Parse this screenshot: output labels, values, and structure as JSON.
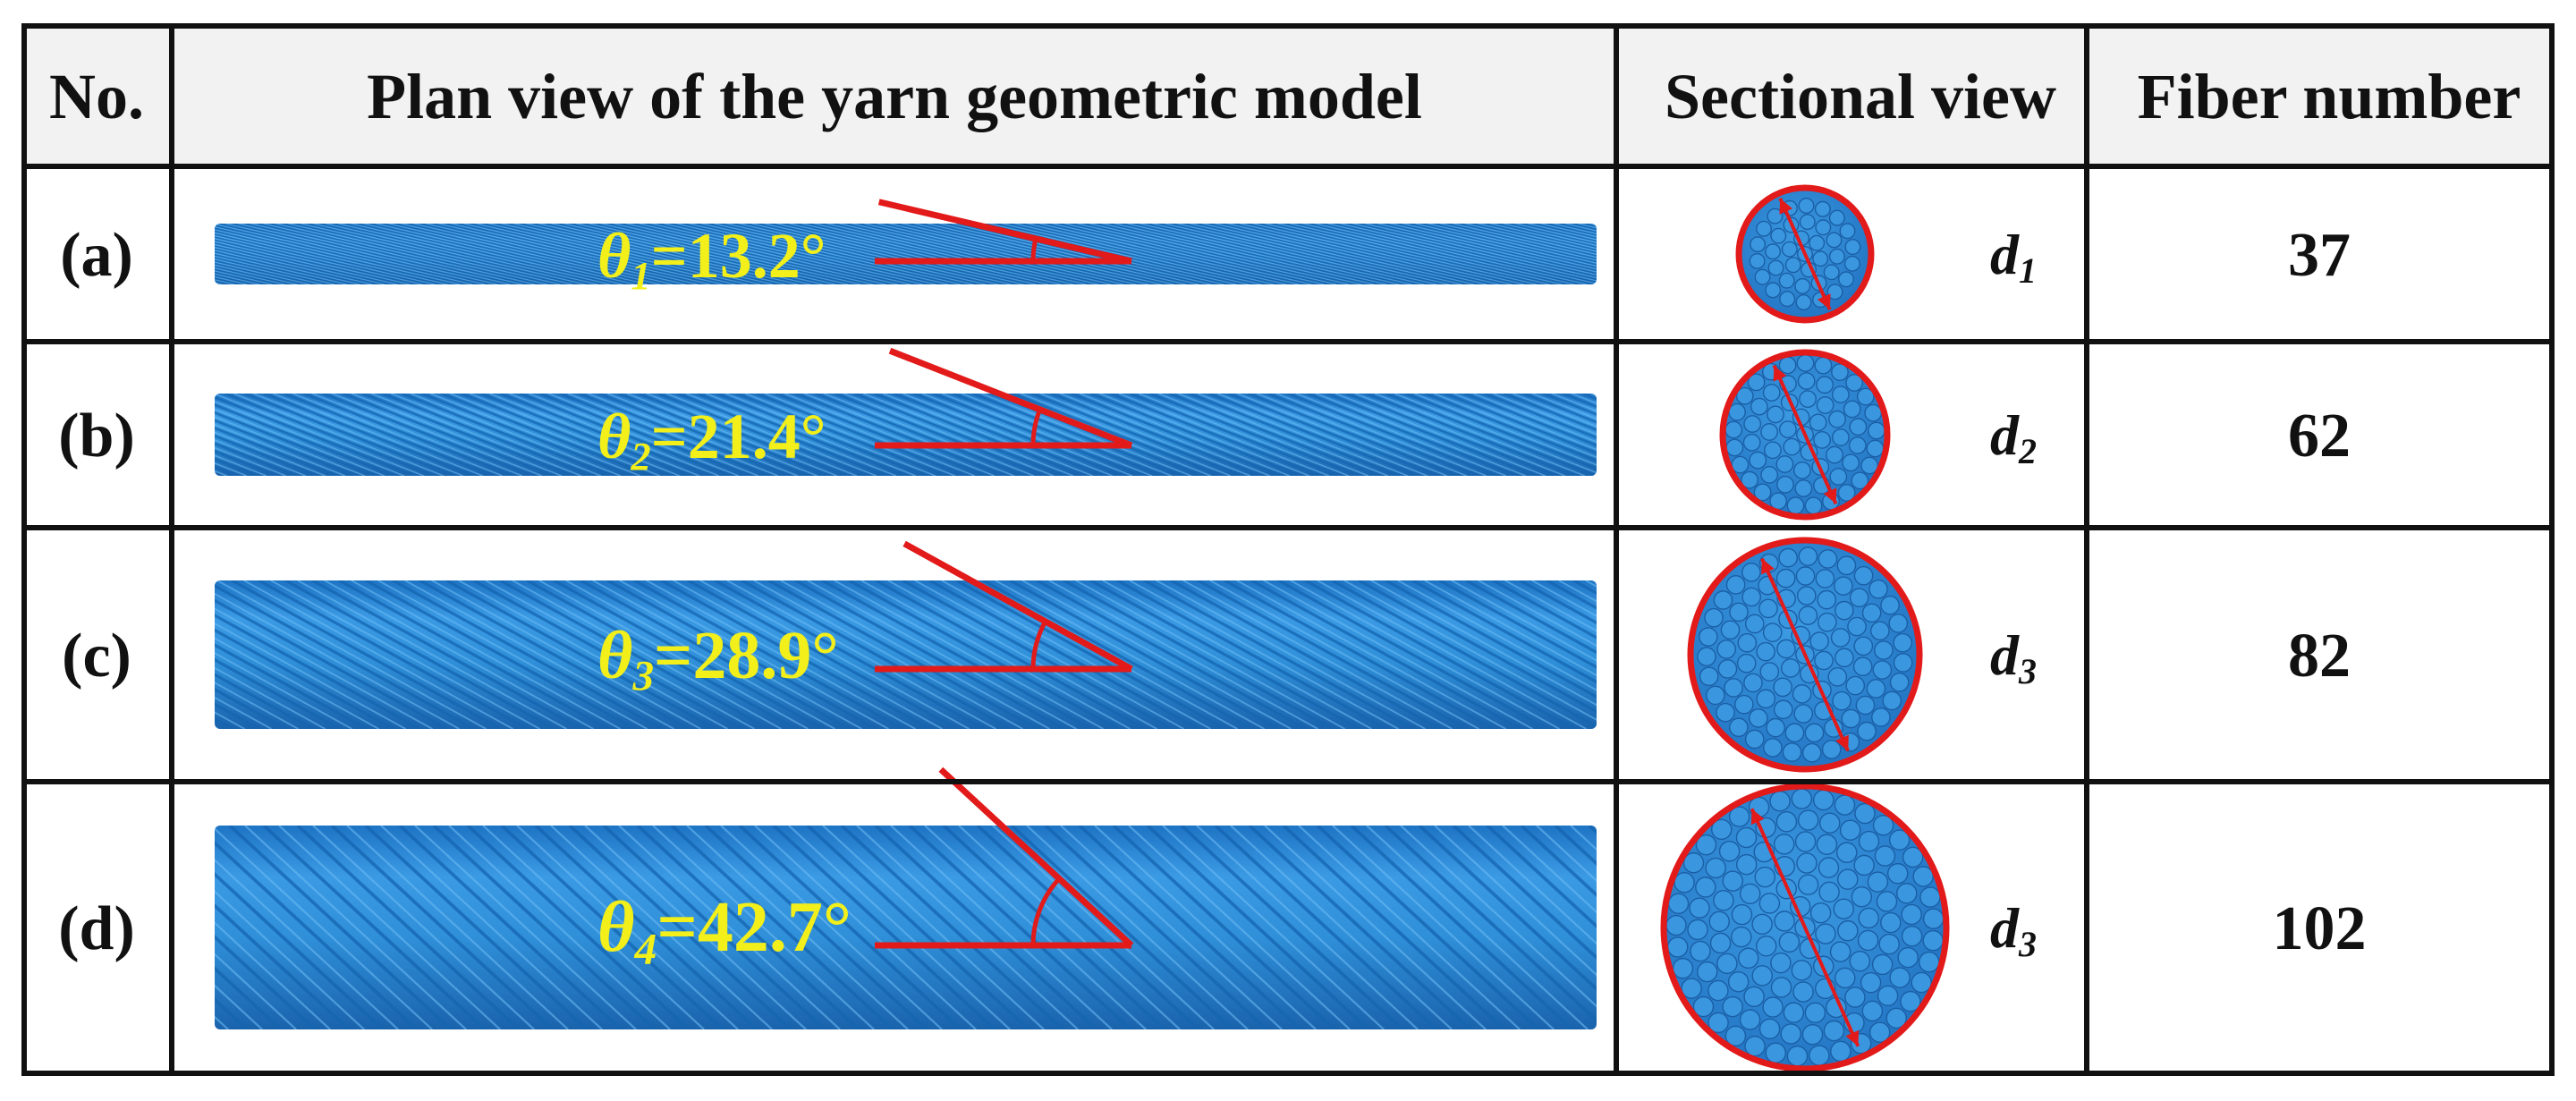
{
  "table": {
    "headers": {
      "no": "No.",
      "plan": "Plan view of the yarn geometric model",
      "section": "Sectional view",
      "fiber": "Fiber number"
    },
    "rows": [
      {
        "label": "(a)",
        "theta_symbol": "θ",
        "theta_sub": "1",
        "theta_value": "=13.2°",
        "angle_deg": 13.2,
        "dia_symbol": "d",
        "dia_sub": "1",
        "fiber_number": "37"
      },
      {
        "label": "(b)",
        "theta_symbol": "θ",
        "theta_sub": "2",
        "theta_value": "=21.4°",
        "angle_deg": 21.4,
        "dia_symbol": "d",
        "dia_sub": "2",
        "fiber_number": "62"
      },
      {
        "label": "(c)",
        "theta_symbol": "θ",
        "theta_sub": "3",
        "theta_value": "=28.9°",
        "angle_deg": 28.9,
        "dia_symbol": "d",
        "dia_sub": "3",
        "fiber_number": "82"
      },
      {
        "label": "(d)",
        "theta_symbol": "θ",
        "theta_sub": "4",
        "theta_value": "=42.7°",
        "angle_deg": 42.7,
        "dia_symbol": "d",
        "dia_sub": "3",
        "fiber_number": "102"
      }
    ]
  },
  "colors": {
    "yarn_blue": "#2f8fd8",
    "yarn_dark": "#1565b0",
    "annotation_red": "#e21a1a",
    "angle_yellow": "#f2ef1a",
    "header_bg": "#f2f2f2",
    "border": "#111111"
  }
}
